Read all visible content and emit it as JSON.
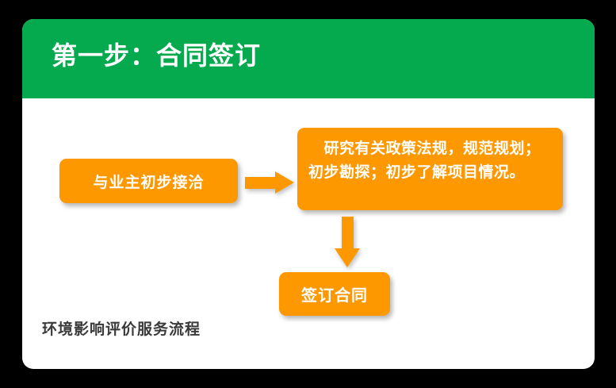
{
  "slide": {
    "title": "第一步：合同签订",
    "caption": "环境影响评价服务流程",
    "colors": {
      "header_green": "#06aa4e",
      "box_orange": "#fd9800",
      "slide_background": "#ffffff",
      "page_background": "#000000",
      "title_text": "#ffffff",
      "caption_text": "#3a3a3a",
      "box_text": "#ffffff"
    },
    "flow": {
      "boxes": [
        {
          "id": "contact",
          "label": "与业主初步接洽"
        },
        {
          "id": "research",
          "label": "　研究有关政策法规，规范规划；初步勘探；初步了解项目情况。"
        },
        {
          "id": "sign",
          "label": "签订合同"
        }
      ],
      "arrows": [
        {
          "id": "contact-to-research",
          "direction": "right"
        },
        {
          "id": "research-to-sign",
          "direction": "down"
        }
      ]
    }
  }
}
